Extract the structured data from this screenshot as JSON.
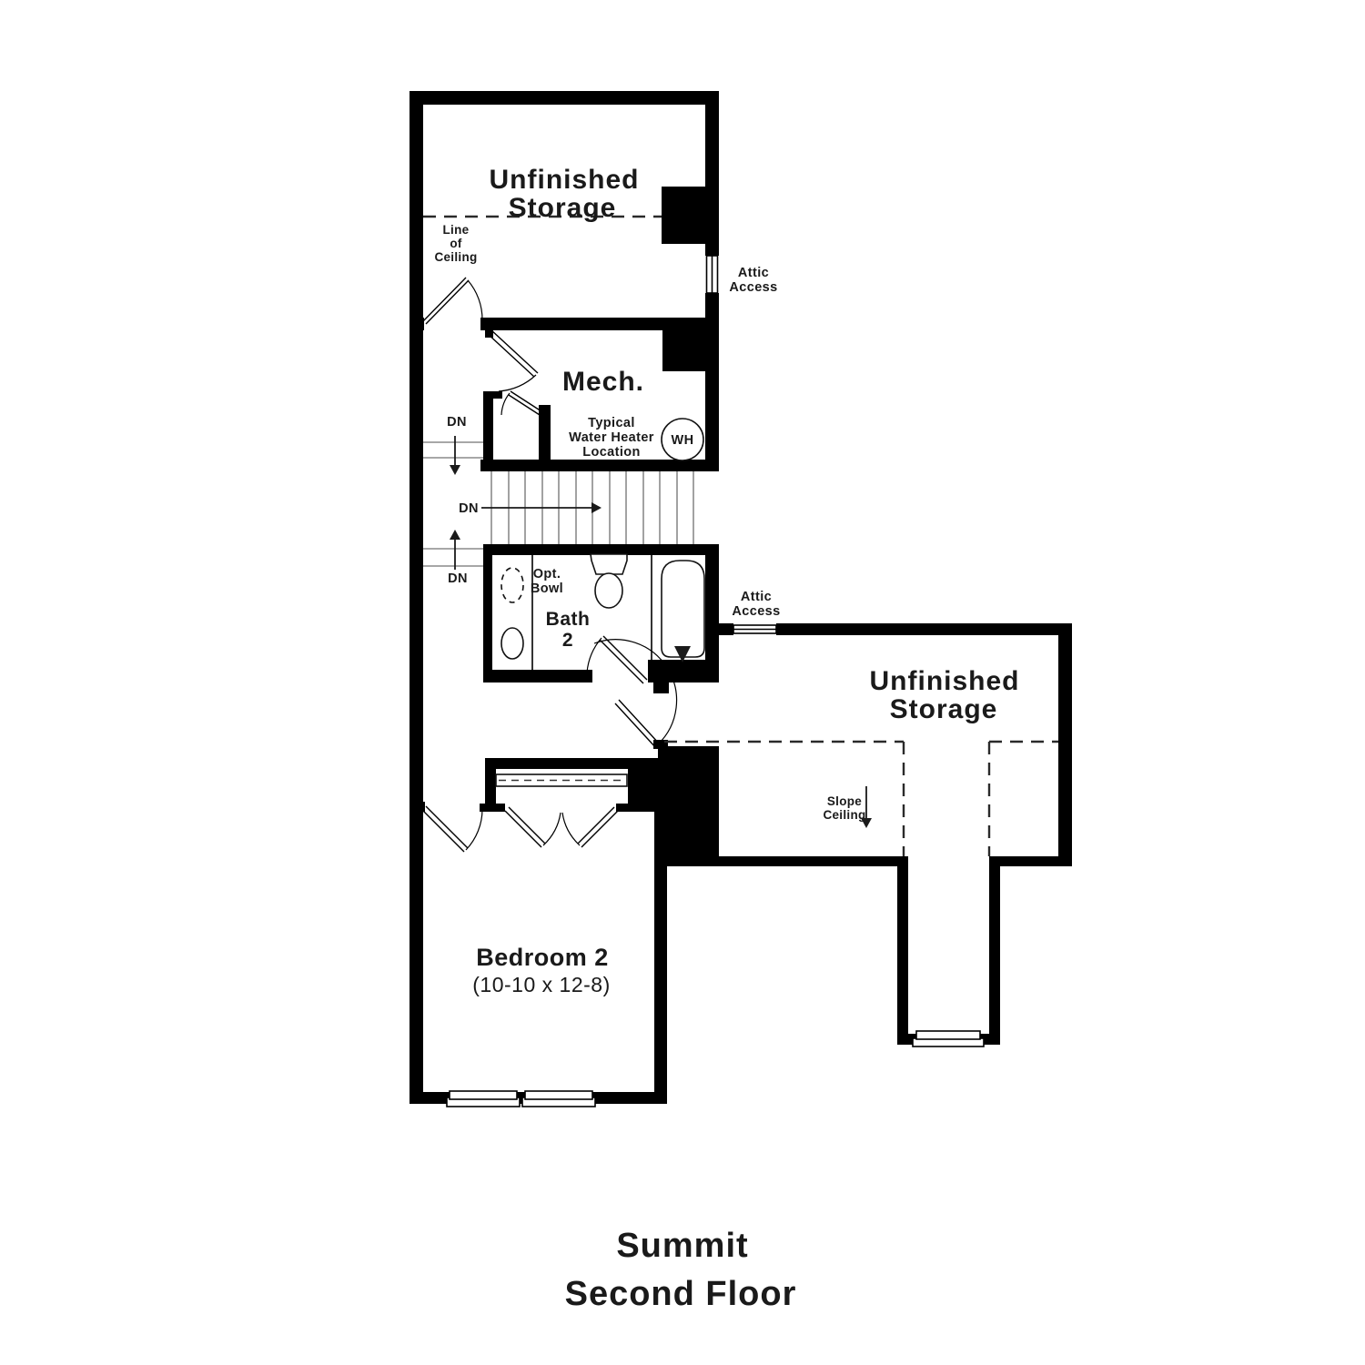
{
  "colors": {
    "wall": "#000000",
    "background": "#ffffff",
    "stair_line": "#8a8a8a",
    "text": "#1a1a1a"
  },
  "rooms": {
    "storage_top": {
      "line1": "Unfinished",
      "line2": "Storage"
    },
    "storage_right": {
      "line1": "Unfinished",
      "line2": "Storage"
    },
    "mech": {
      "name": "Mech."
    },
    "bath": {
      "line1": "Bath",
      "line2": "2"
    },
    "bedroom": {
      "name": "Bedroom 2",
      "dims": "(10-10 x 12-8)"
    }
  },
  "labels": {
    "line_of_ceiling": {
      "l1": "Line",
      "l2": "of",
      "l3": "Ceiling"
    },
    "attic_access_top": {
      "l1": "Attic",
      "l2": "Access"
    },
    "attic_access_mid": {
      "l1": "Attic",
      "l2": "Access"
    },
    "water_heater": {
      "l1": "Typical",
      "l2": "Water Heater",
      "l3": "Location"
    },
    "wh_tag": "WH",
    "opt_bowl": {
      "l1": "Opt.",
      "l2": "Bowl"
    },
    "slope_ceiling": {
      "l1": "Slope",
      "l2": "Ceiling"
    },
    "dn_upper": "DN",
    "dn_mid": "DN",
    "dn_lower": "DN"
  },
  "title": {
    "line1": "Summit",
    "line2": "Second Floor"
  }
}
